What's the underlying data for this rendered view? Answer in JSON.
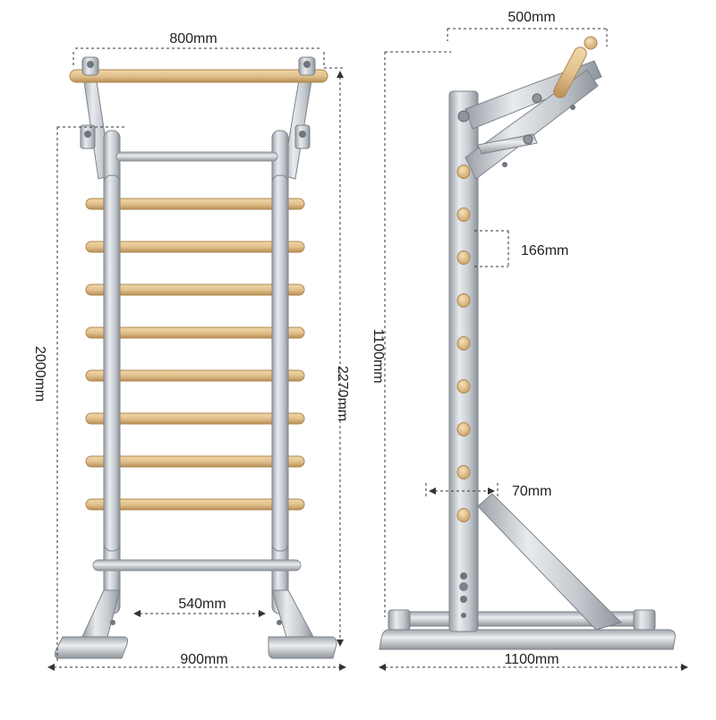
{
  "front_view": {
    "top_width_label": "800mm",
    "frame_height_label": "2000mm",
    "total_height_label": "2270mm",
    "foot_gap_label": "540mm",
    "base_width_label": "900mm",
    "rung_count": 8
  },
  "side_view": {
    "bar_extension_label": "500mm",
    "height_label": "1100mm",
    "peg_spacing_label": "166mm",
    "post_width_label": "70mm",
    "base_length_label": "1100mm",
    "peg_count": 9
  },
  "colors": {
    "steel": "#c9cdd2",
    "steel_dark": "#8f959c",
    "wood": "#e2c28e",
    "wood_dark": "#c49c5e",
    "dimension_line": "#333333"
  }
}
